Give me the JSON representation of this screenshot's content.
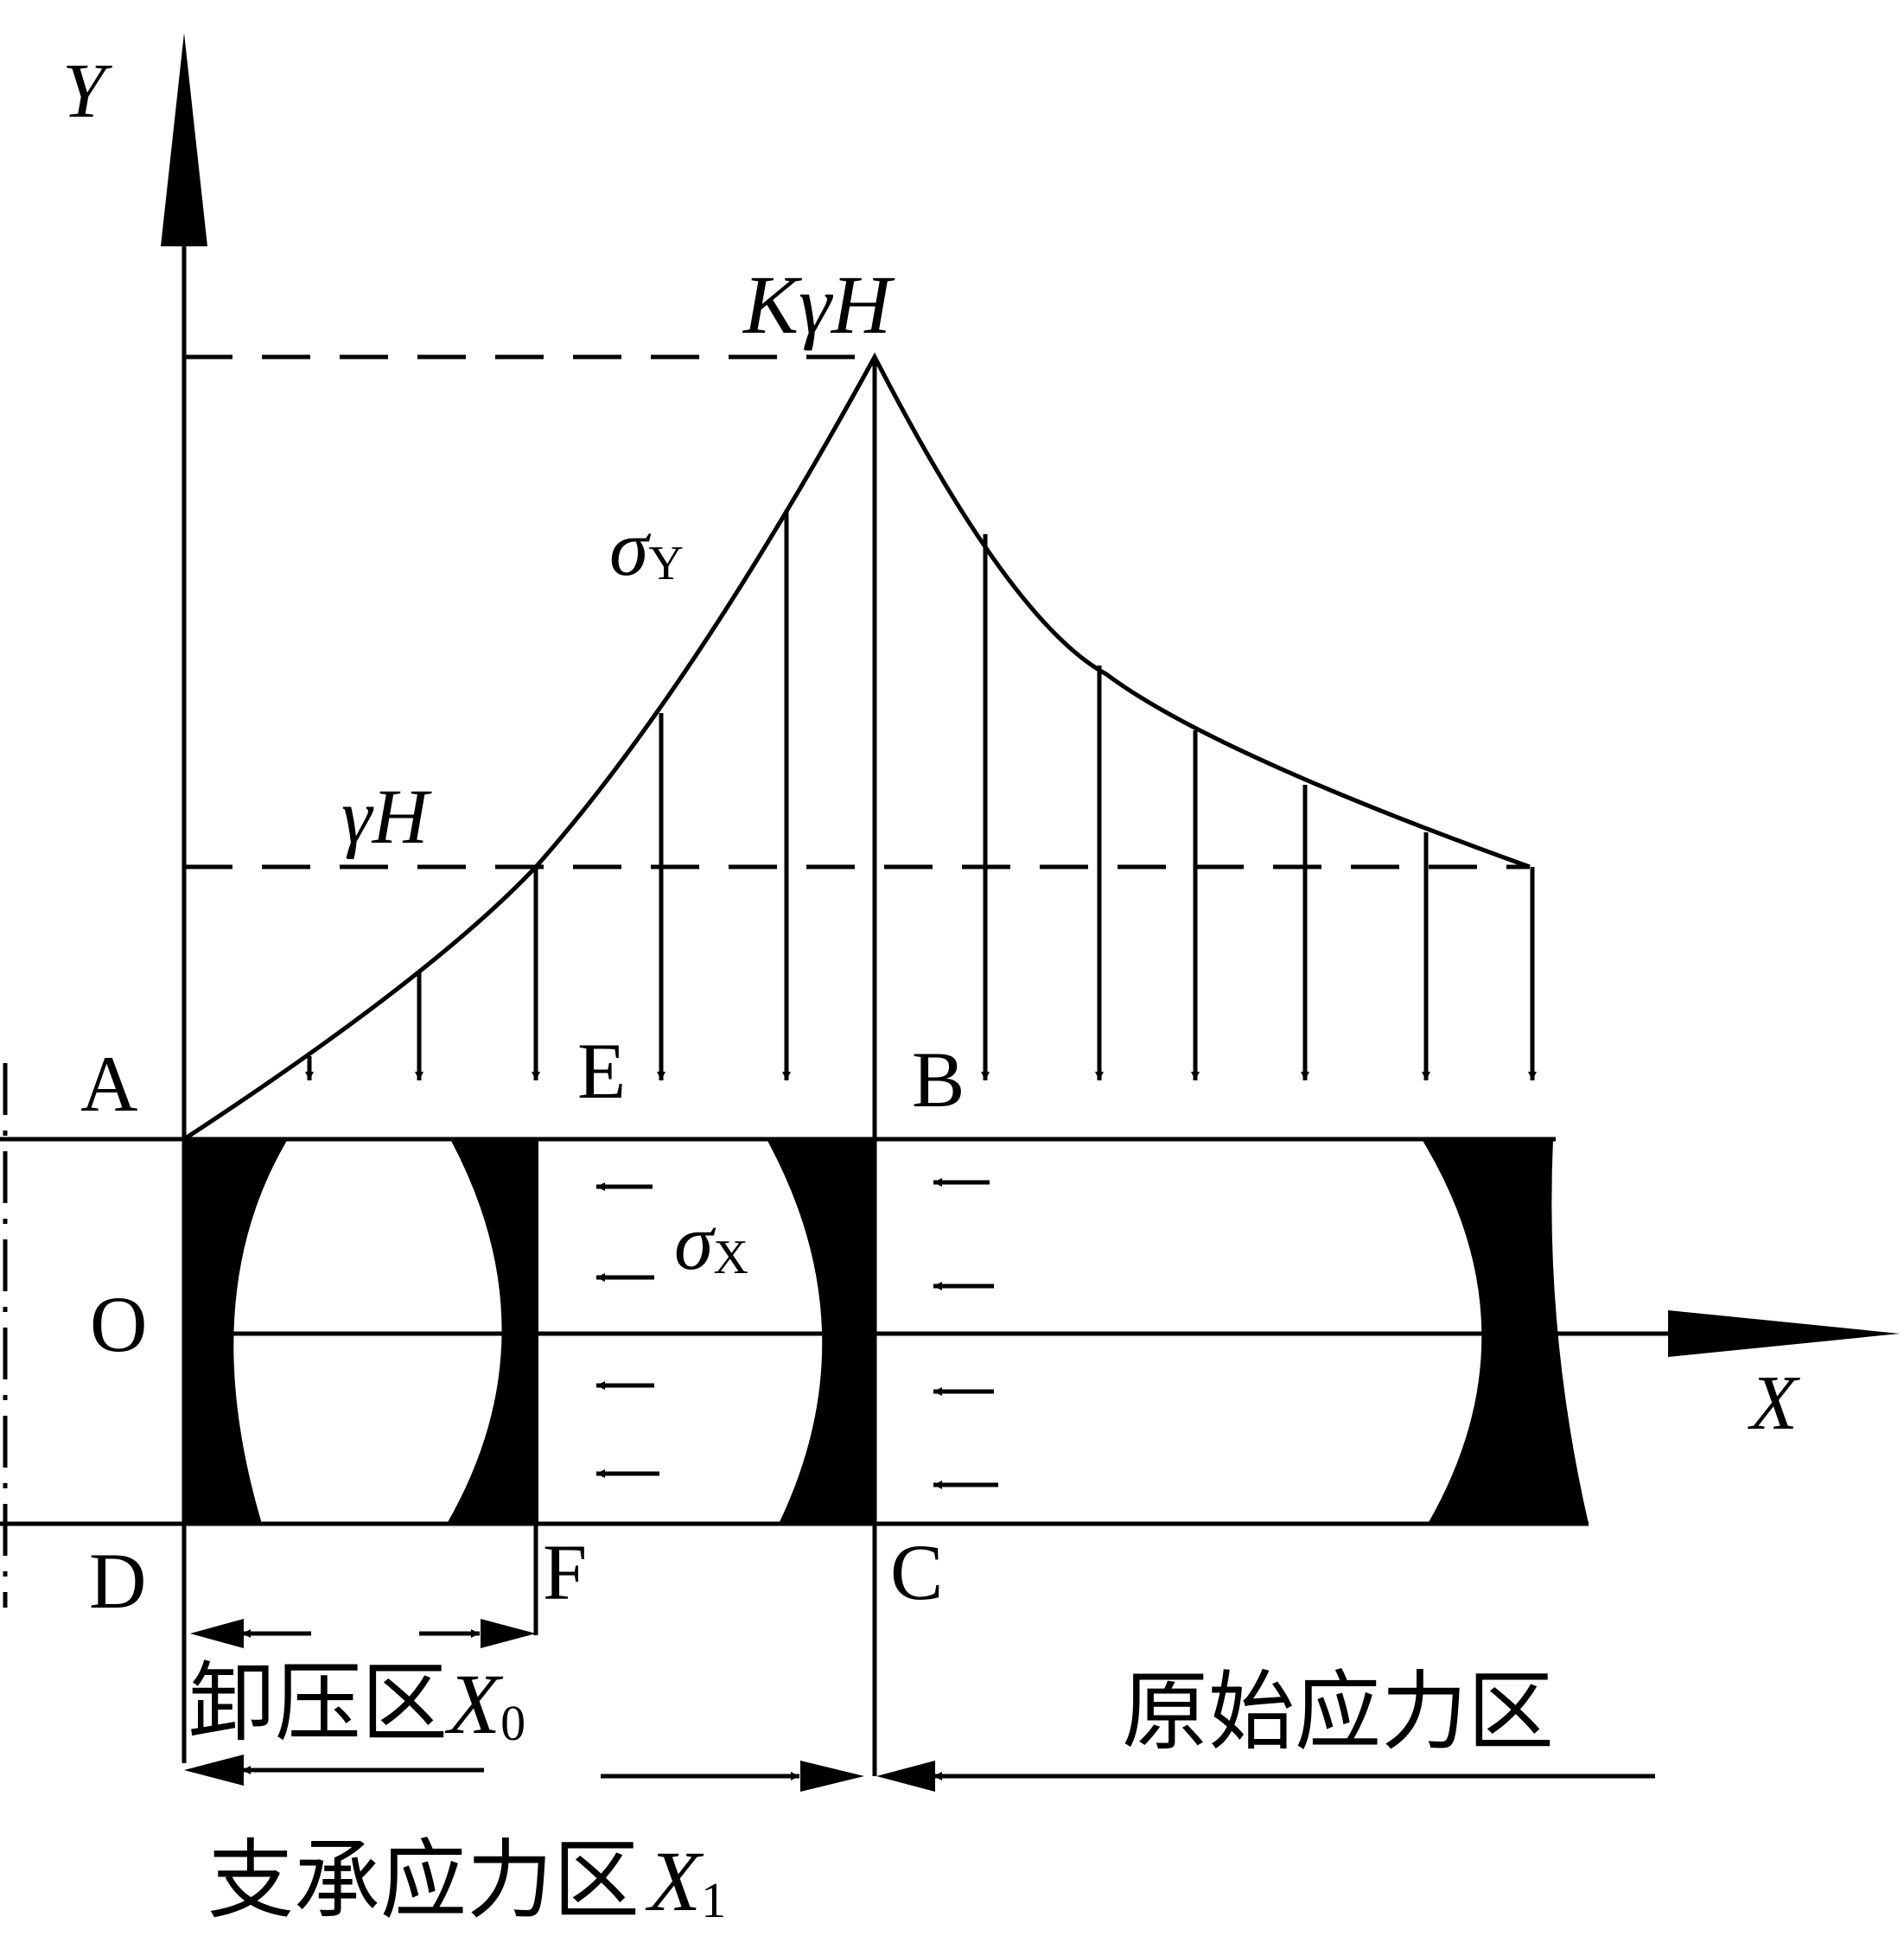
{
  "axes": {
    "y_label": "Y",
    "x_label": "X"
  },
  "stress_levels": {
    "peak": "KγH",
    "original": "γH"
  },
  "stress_symbols": {
    "vertical": {
      "symbol": "σ",
      "subscript": "Y"
    },
    "horizontal": {
      "symbol": "σ",
      "subscript": "X"
    }
  },
  "points": {
    "A": "A",
    "E": "E",
    "B": "B",
    "O": "O",
    "D": "D",
    "F": "F",
    "C": "C"
  },
  "zones": {
    "destressed": {
      "label": "卸压区",
      "symbol": "X",
      "subscript": "0"
    },
    "support": {
      "label": "支承应力区",
      "symbol": "X",
      "subscript": "1"
    },
    "original": {
      "label": "原始应力区"
    }
  },
  "colors": {
    "ink": "#000000",
    "background": "#ffffff"
  }
}
